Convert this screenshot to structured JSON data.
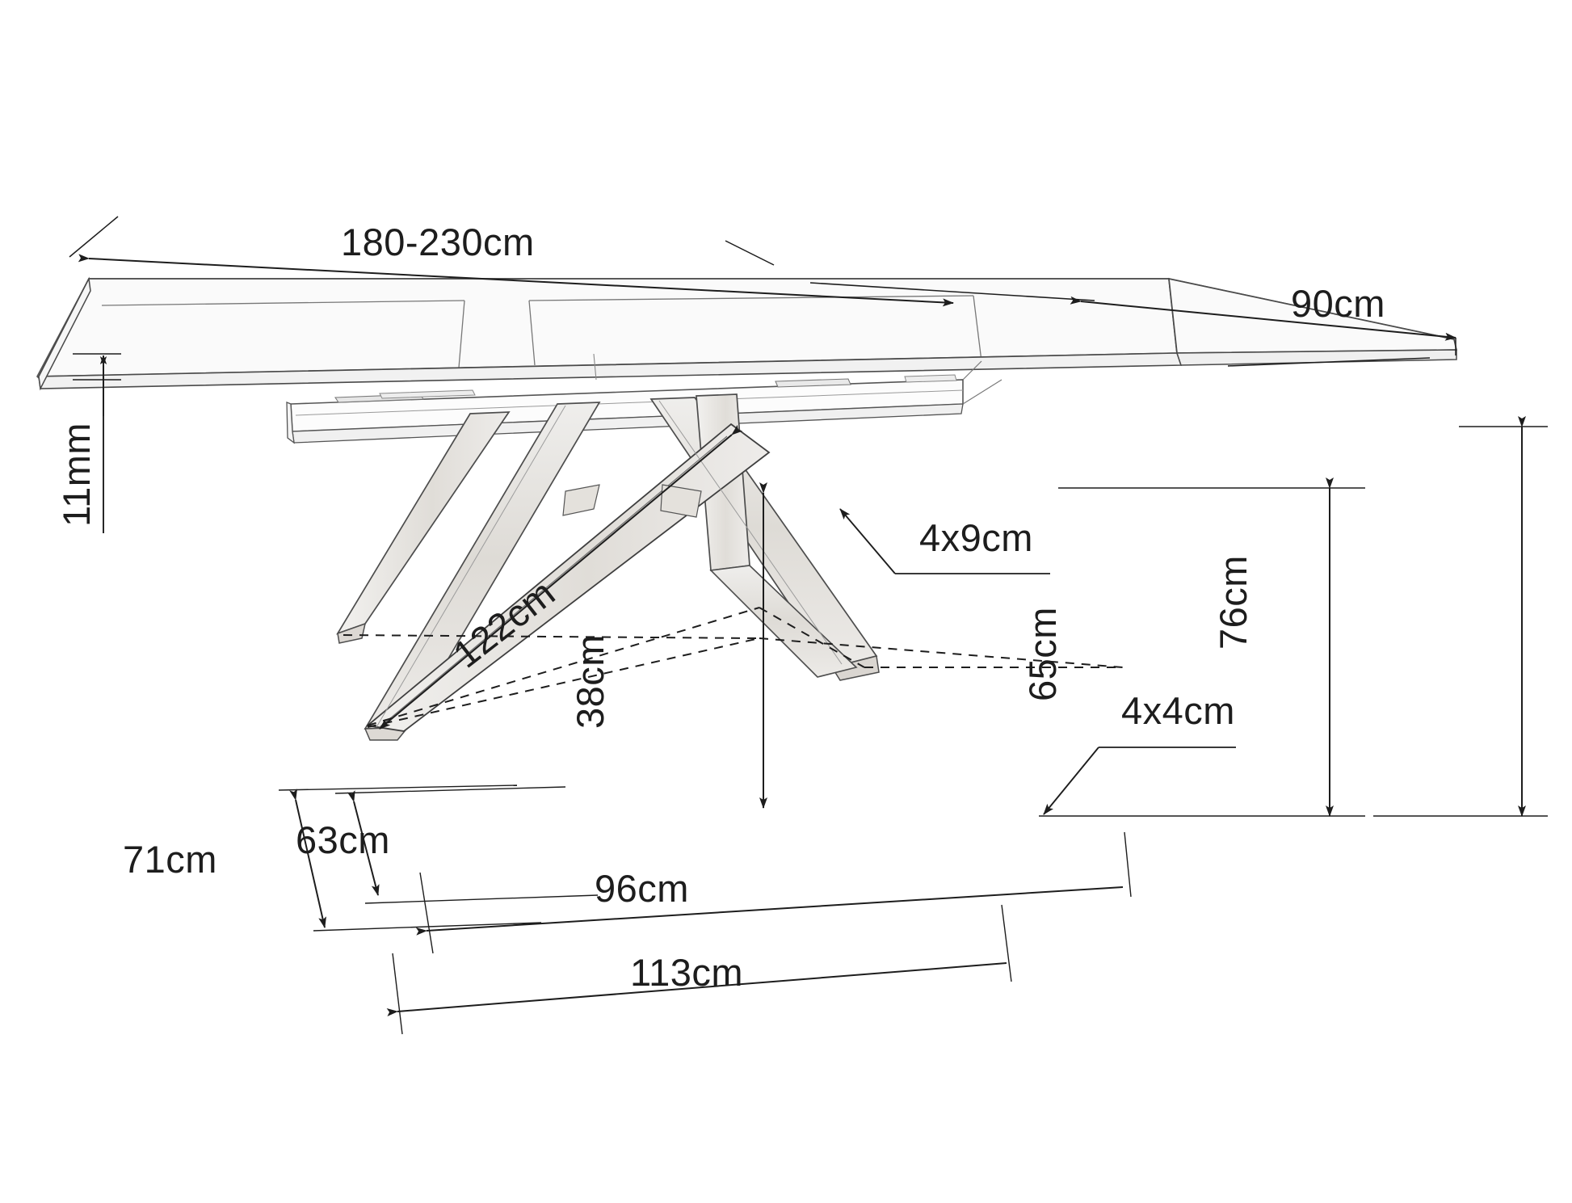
{
  "drawing": {
    "subject": "extendable-dining-table",
    "view": "perspective technical dimension drawing",
    "line_color": "#1d1d1d",
    "wood_fill": "#e8e6e3",
    "top_fill": "#fafafa",
    "background": "#ffffff"
  },
  "dimensions": {
    "top_length": {
      "label": "180-230cm",
      "rotation": 0
    },
    "top_depth": {
      "label": "90cm",
      "rotation": 0
    },
    "top_thickness": {
      "label": "11mm",
      "rotation": -90
    },
    "leg_section_large": {
      "label": "4x9cm",
      "rotation": 0
    },
    "leg_section_small": {
      "label": "4x4cm",
      "rotation": 0
    },
    "leg_diagonal_length": {
      "label": "122cm",
      "rotation": -38
    },
    "cross_point_height": {
      "label": "38cm",
      "rotation": -90
    },
    "clearance_height": {
      "label": "65cm",
      "rotation": -90
    },
    "total_height": {
      "label": "76cm",
      "rotation": -90
    },
    "base_depth_outer": {
      "label": "71cm",
      "rotation": 0
    },
    "base_depth_inner": {
      "label": "63cm",
      "rotation": 0
    },
    "base_width_inner": {
      "label": "96cm",
      "rotation": 0
    },
    "base_width_outer": {
      "label": "113cm",
      "rotation": 0
    }
  }
}
